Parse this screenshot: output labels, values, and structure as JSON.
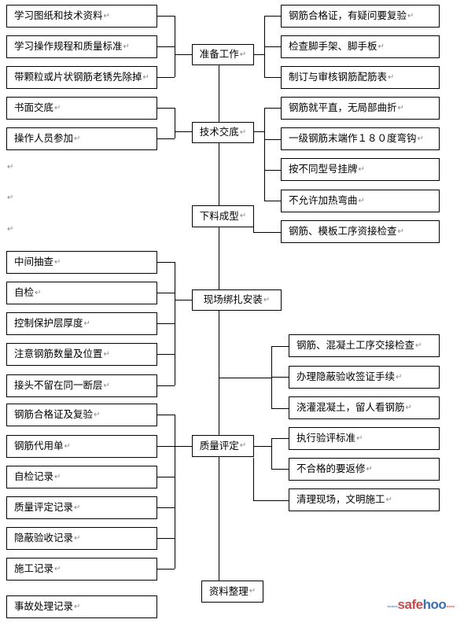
{
  "stages": [
    {
      "id": "prep",
      "label": "准备工作"
    },
    {
      "id": "tech",
      "label": "技术交底"
    },
    {
      "id": "cut",
      "label": "下料成型"
    },
    {
      "id": "bind",
      "label": "现场绑扎安装"
    },
    {
      "id": "quality",
      "label": "质量评定"
    },
    {
      "id": "docs",
      "label": "资料整理"
    }
  ],
  "left_items": [
    "学习图纸和技术资料",
    "学习操作规程和质量标准",
    "带颗粒或片状钢筋老锈先除掉",
    "书面交底",
    "操作人员参加",
    "中间抽查",
    "自检",
    "控制保护层厚度",
    "注意钢筋数量及位置",
    "接头不留在同一断层",
    "钢筋合格证及复验",
    "钢筋代用单",
    "自检记录",
    "质量评定记录",
    "隐蔽验收记录",
    "施工记录",
    "事故处理记录"
  ],
  "right_items": [
    "钢筋合格证，有疑问要复验",
    "检查脚手架、脚手板",
    "制订与审核钢筋配筋表",
    "钢筋就平直，无局部曲折",
    "一级钢筋末端作１８０度弯钩",
    "按不同型号挂牌",
    "不允许加热弯曲",
    "钢筋、模板工序资接检查",
    "钢筋、混凝土工序交接检查",
    "办理隐蔽验收签证手续",
    "浇灌混凝土，留人看钢筋",
    "执行验评标准",
    "不合格的要返修",
    "清理现场，文明施工"
  ],
  "paragraph_mark": "↵",
  "watermark": {
    "prefix": "▪▪▪▪▪",
    "safe": "safe",
    "hoo": "hoo",
    "suffix": "▪▪▪▪"
  }
}
